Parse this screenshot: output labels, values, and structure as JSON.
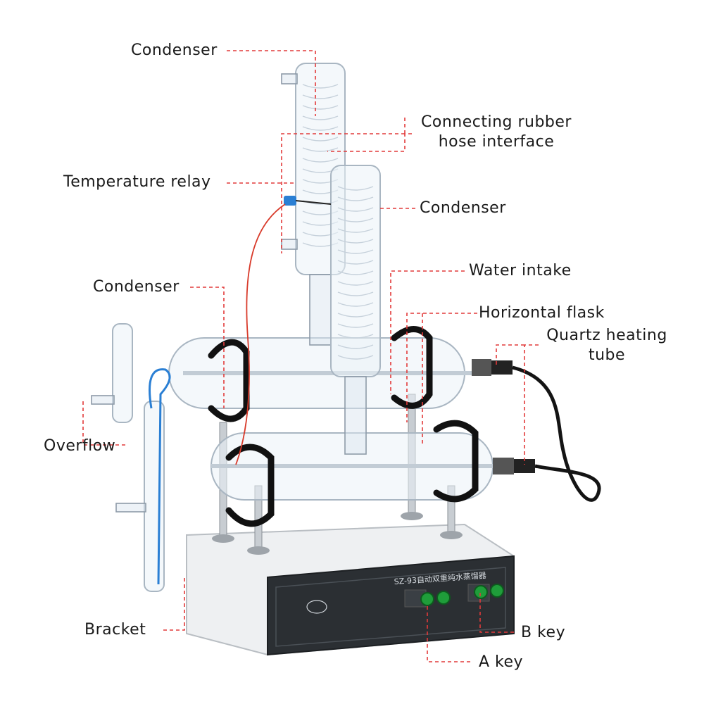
{
  "labels": {
    "condenser_top": "Condenser",
    "rubber_hose_line1": "Connecting rubber",
    "rubber_hose_line2": "hose interface",
    "temperature_relay": "Temperature relay",
    "condenser_right": "Condenser",
    "water_intake": "Water intake",
    "condenser_left": "Condenser",
    "horizontal_flask": "Horizontal flask",
    "quartz_line1": "Quartz heating",
    "quartz_line2": "tube",
    "overflow": "Overflow",
    "bracket": "Bracket",
    "b_key": "B key",
    "a_key": "A key"
  },
  "panel": {
    "model_text": "SZ-93自动双重纯水蒸馏器"
  },
  "colors": {
    "leader_line": "#e23a3a",
    "panel_face": "#2b2f33",
    "key_button": "#1f9d3a",
    "power_cable": "#141414",
    "relay_wire": "#d83a2a",
    "sensor_blue": "#2a7fd4"
  }
}
